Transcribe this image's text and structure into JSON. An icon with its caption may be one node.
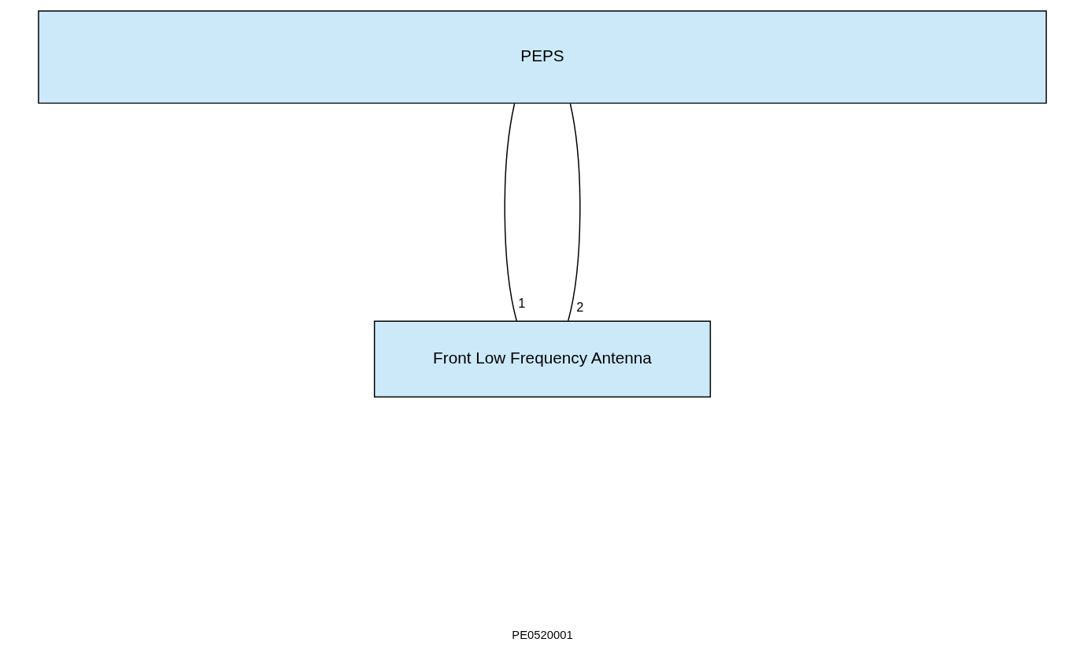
{
  "diagram": {
    "nodes": [
      {
        "text": [
          "PEPS"
        ]
      },
      {
        "text": [
          "Front Low Frequency Antenna"
        ]
      }
    ],
    "edges": [
      {
        "from": 0,
        "to": 1,
        "arrow": "none",
        "label": "1"
      },
      {
        "from": 0,
        "to": 1,
        "arrow": "none",
        "label": "2"
      }
    ],
    "labels": [
      "PE0520001"
    ]
  }
}
